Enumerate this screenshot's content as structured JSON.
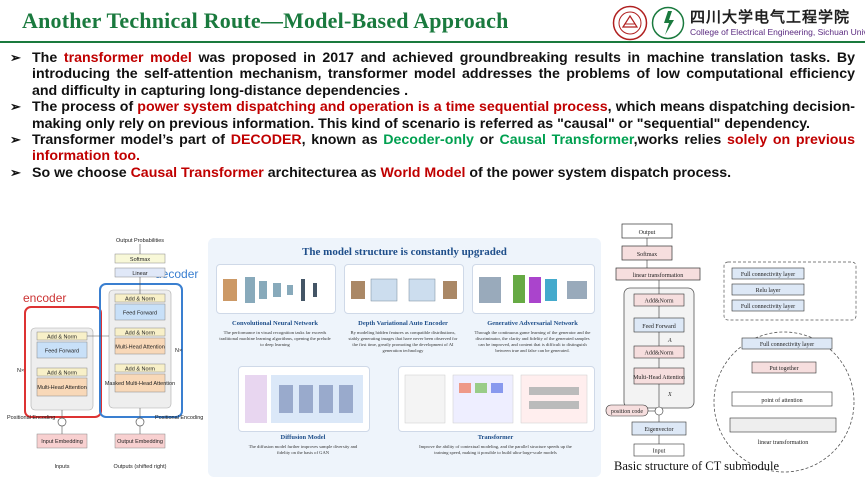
{
  "slide": {
    "title": "Another Technical Route—Model-Based Approach",
    "university_cn": "四川大学电气工程学院",
    "university_en": "College of Electrical Engineering, Sichuan University",
    "accent_color": "#1a7a3e",
    "highlight_red": "#c00000",
    "highlight_green": "#00a050"
  },
  "bullets": [
    {
      "parts": [
        {
          "t": "The ",
          "c": ""
        },
        {
          "t": "transformer model",
          "c": "red"
        },
        {
          "t": " was proposed in 2017 and achieved groundbreaking results in machine translation tasks. By introducing the self-attention mechanism, transformer model addresses the problems of low computational efficiency and difficulty in capturing long-distance dependencies .",
          "c": ""
        }
      ]
    },
    {
      "parts": [
        {
          "t": "The process of ",
          "c": ""
        },
        {
          "t": "power system dispatching and operation is a time sequential process",
          "c": "red"
        },
        {
          "t": ", which means dispatching decision-making only rely on previous information. This kind of scenario is referred as \"causal\" or \"sequential\" dependency.",
          "c": ""
        }
      ]
    },
    {
      "parts": [
        {
          "t": "Transformer model’s part of ",
          "c": ""
        },
        {
          "t": "DECODER",
          "c": "red"
        },
        {
          "t": ", known as ",
          "c": ""
        },
        {
          "t": "Decoder-only",
          "c": "grn"
        },
        {
          "t": " or ",
          "c": ""
        },
        {
          "t": "Causal Transformer",
          "c": "grn"
        },
        {
          "t": ",works relies ",
          "c": ""
        },
        {
          "t": "solely on previous information too.",
          "c": "red"
        }
      ]
    },
    {
      "parts": [
        {
          "t": "So we choose ",
          "c": ""
        },
        {
          "t": "Causal Transformer",
          "c": "red"
        },
        {
          "t": " architecturea as ",
          "c": ""
        },
        {
          "t": "World Model",
          "c": "red"
        },
        {
          "t": " of the power system dispatch process.",
          "c": ""
        }
      ]
    }
  ],
  "encoder_diagram": {
    "encoder_label": "encoder",
    "decoder_label": "decoder",
    "output_probabilities": "Output Probabilities",
    "softmax": "Softmax",
    "linear": "Linear",
    "add_norm": "Add & Norm",
    "feed_forward": "Feed Forward",
    "multi_head_attention": "Multi-Head Attention",
    "masked_multi_head_attention": "Masked Multi-Head Attention",
    "positional_encoding": "Positional Encoding",
    "input_embedding": "Input Embedding",
    "output_embedding": "Output Embedding",
    "inputs": "Inputs",
    "outputs": "Outputs (shifted right)",
    "nx": "N×"
  },
  "model_panel": {
    "title": "The model structure is constantly upgraded",
    "cards": [
      {
        "name": "Convolutional Neural Network",
        "desc": "The performance in visual recognition tasks far exceeds traditional machine learning algorithms, opening the prelude to deep learning"
      },
      {
        "name": "Depth Variational Auto Encoder",
        "desc": "By modeling hidden features as compatible distributions, stably generating images that have never been observed for the first time, greatly promoting the development of AI generation technology"
      },
      {
        "name": "Generative Adversarial Network",
        "desc": "Through the continuous game learning of the generator and the discriminator, the clarity and fidelity of the generated samples can be improved, and content that is difficult to distinguish between true and false can be generated."
      },
      {
        "name": "Diffusion Model",
        "desc": "The diffusion model further improves sample diversity and fidelity on the basis of GAN"
      },
      {
        "name": "Transformer",
        "desc": "Improve the ability of contextual modeling, and the parallel structure speeds up the training speed, making it possible to build ultra-large-scale models"
      }
    ]
  },
  "ct_diagram": {
    "output": "Output",
    "softmax": "Softmax",
    "linear_transformation": "linear transformation",
    "add_norm": "Add&Norm",
    "feed_forward": "Feed Forward",
    "multi_head_attention": "Multi-Head Attention",
    "position_code": "position code",
    "eigenvector": "Eigenvector",
    "input": "Input",
    "full_connectivity_layer": "Full connectivity layer",
    "relu_layer": "Relu layer",
    "put_together": "Put together",
    "point_of_attention": "point of attention",
    "label_a": "A",
    "label_x": "X",
    "caption": "Basic structure of CT submodule"
  }
}
